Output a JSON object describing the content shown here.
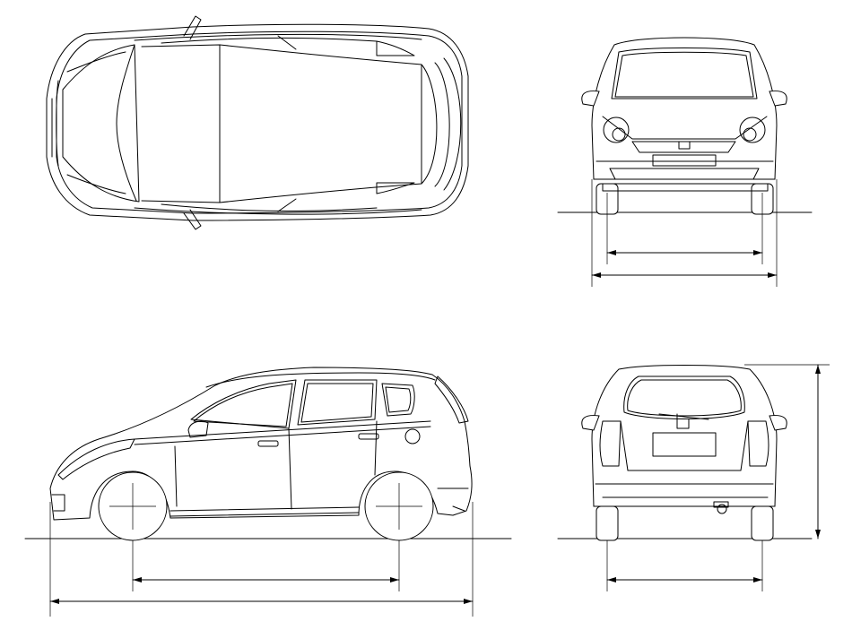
{
  "drawing": {
    "subject": "car-blueprint",
    "views": [
      "top",
      "front",
      "side",
      "rear"
    ],
    "line_color": "#000000",
    "background": "#ffffff"
  }
}
